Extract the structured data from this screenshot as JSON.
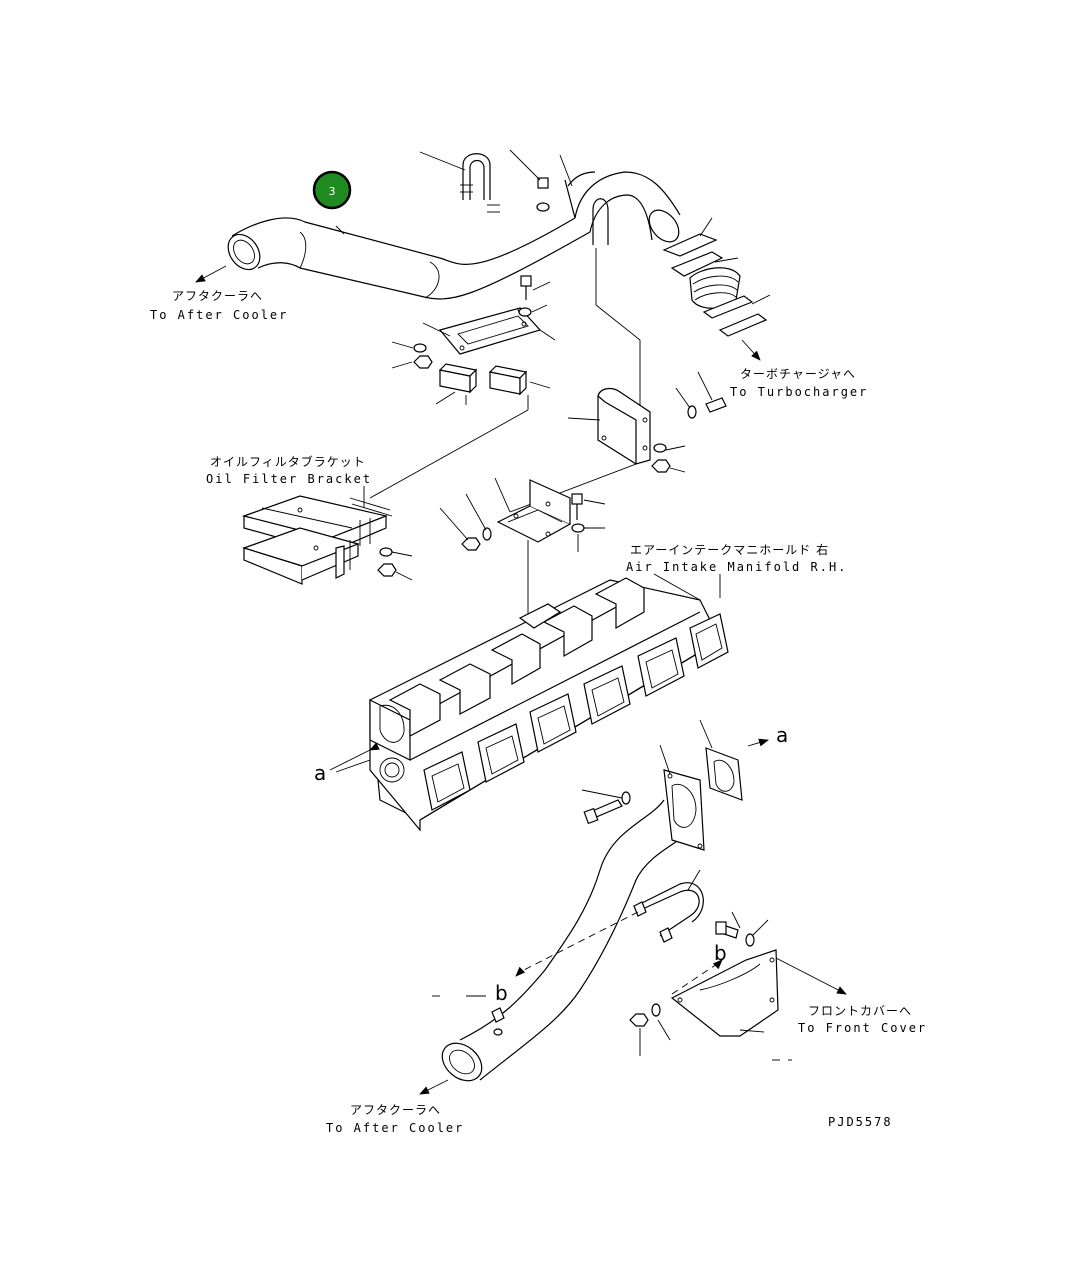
{
  "callout": {
    "number": "3",
    "color": "#1f8a1f",
    "border": "#000000"
  },
  "labels": {
    "after_cooler_top_jp": "アフタクーラへ",
    "after_cooler_top_en": "To After Cooler",
    "turbo_jp": "ターボチャージャへ",
    "turbo_en": "To Turbocharger",
    "oil_bracket_jp": "オイルフィルタブラケット",
    "oil_bracket_en": "Oil Filter Bracket",
    "manifold_jp": "エアーインテークマニホールド 右",
    "manifold_en": "Air Intake Manifold R.H.",
    "front_cover_jp": "フロントカバーへ",
    "front_cover_en": "To Front Cover",
    "after_cooler_bottom_jp": "アフタクーラへ",
    "after_cooler_bottom_en": "To After Cooler",
    "ref_a_left": "a",
    "ref_a_right": "a",
    "ref_b_left": "b",
    "ref_b_right": "b",
    "drawing_number": "PJD5578"
  }
}
